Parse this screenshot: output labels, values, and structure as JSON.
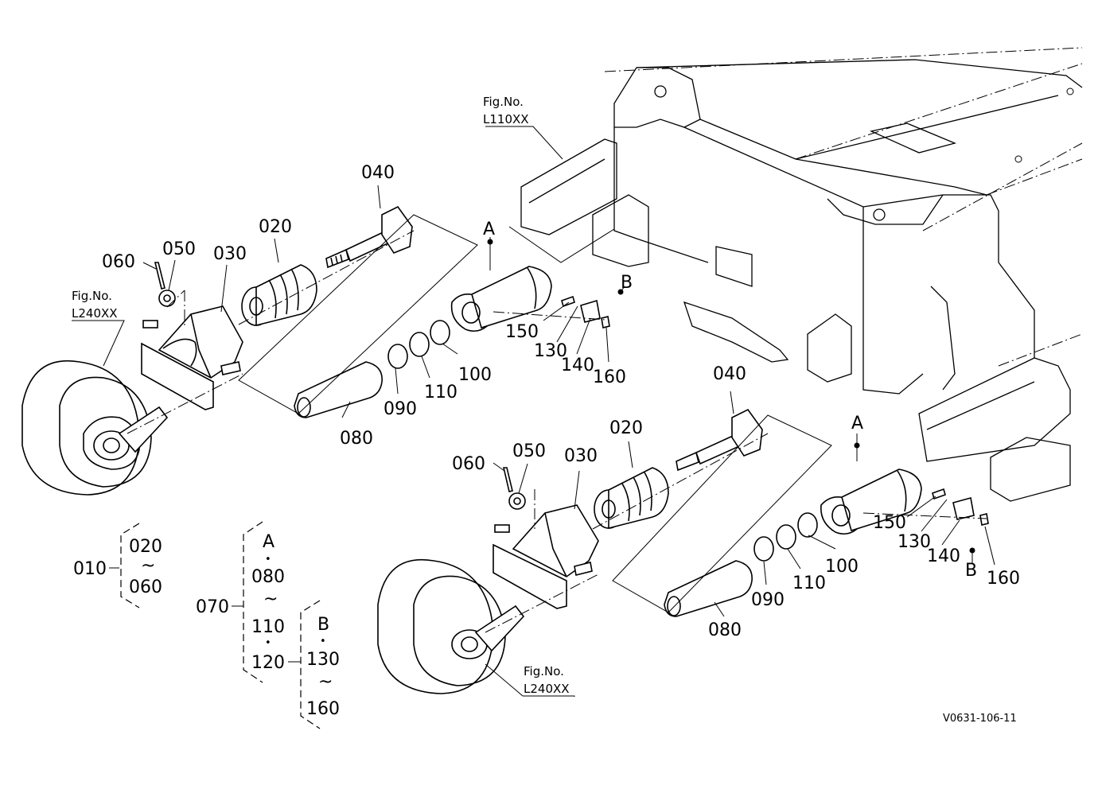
{
  "labels": {
    "p040": "040",
    "p020": "020",
    "p030": "030",
    "p050": "050",
    "p060": "060",
    "p080": "080",
    "p090": "090",
    "p110": "110",
    "p100": "100",
    "p150": "150",
    "p130": "130",
    "p140": "140",
    "p160": "160",
    "pA": "A",
    "pB": "B"
  },
  "figrefs": {
    "top_frame": {
      "line1": "Fig.No.",
      "line2": "L110XX"
    },
    "left_idler": {
      "line1": "Fig.No.",
      "line2": "L240XX"
    },
    "bottom_idler": {
      "line1": "Fig.No.",
      "line2": "L240XX"
    }
  },
  "legend": {
    "g010": {
      "parent": "010",
      "from": "020",
      "tilde": "~",
      "to": "060"
    },
    "g070": {
      "parent": "070",
      "a": "A",
      "dot1": "•",
      "from": "080",
      "tilde": "~",
      "to": "110",
      "dot2": "•",
      "last": "120"
    },
    "gB": {
      "b": "B",
      "dot": "•",
      "from": "130",
      "tilde": "~",
      "to": "160"
    }
  },
  "reference_code": "V0631-106-11"
}
